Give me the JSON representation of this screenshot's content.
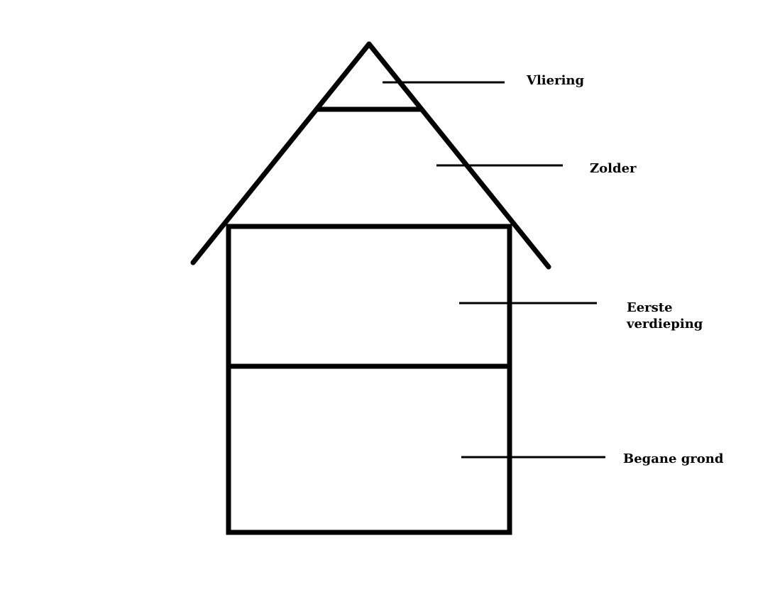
{
  "diagram": {
    "labels": {
      "vliering": "Vliering",
      "zolder": "Zolder",
      "eerste_line1": "Eerste",
      "eerste_line2": "verdieping",
      "begane_grond": "Begane grond"
    },
    "colors": {
      "stroke": "#000000",
      "background": "#ffffff"
    }
  }
}
